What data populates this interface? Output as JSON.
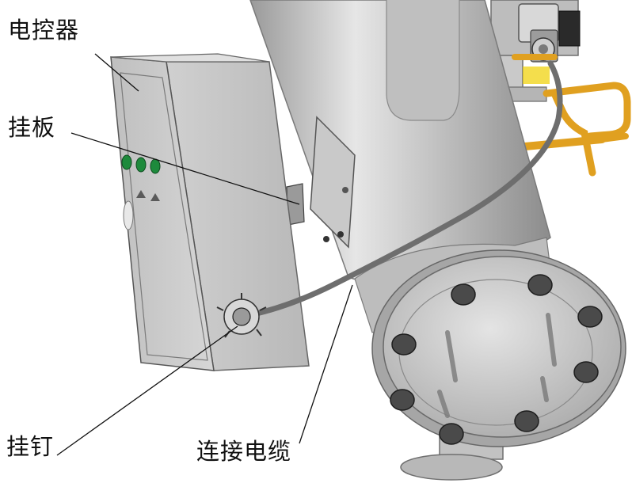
{
  "labels": {
    "controller": "电控器",
    "hanging_plate": "挂板",
    "hanging_nail": "挂钉",
    "connecting_cable": "连接电缆"
  },
  "colors": {
    "background": "#ffffff",
    "steel": "#c8c8c8",
    "steel_dark": "#8a8a8a",
    "cabinet": "#cfcfcf",
    "indicator_green": "#1e8a3c",
    "gas_pipe_yellow": "#e0a020",
    "bolt": "#444444",
    "leader_line": "#111111"
  },
  "parts": [
    "electric-control-cabinet",
    "hanging-plate",
    "hanging-nail",
    "connecting-cable",
    "main-pipe",
    "end-flange",
    "bottom-flange",
    "top-connector",
    "yellow-gas-tube"
  ]
}
